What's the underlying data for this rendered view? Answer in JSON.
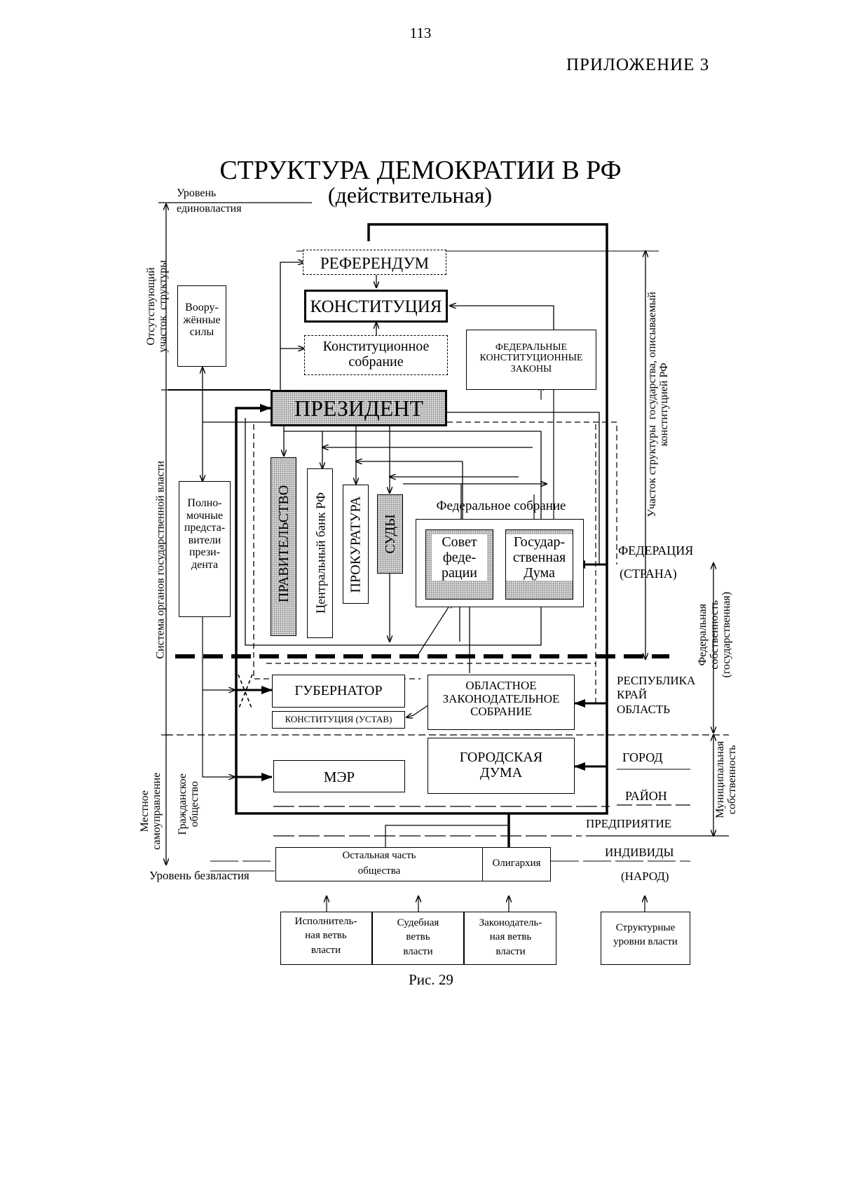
{
  "page_number": "113",
  "appendix": "ПРИЛОЖЕНИЕ  3",
  "title": "СТРУКТУРА  ДЕМОКРАТИИ  В  РФ",
  "subtitle": "(действительная)",
  "levels": {
    "top_line1": "Уровень",
    "top_line2": "единовластия",
    "bottom": "Уровень безвластия"
  },
  "left_side": {
    "absent_part": "Отсутствующий\nучасток  структуры",
    "state_organs": "Система органов государственной власти",
    "local_self_gov": "Местное\nсамоуправление",
    "civil_society": "Гражданское\nобщество"
  },
  "right_side": {
    "constitution_part": "Участок структуры  государства, описываемый\nконституцией РФ",
    "federal_property": "Федеральная\nсобственность\n(государственная)",
    "municipal_property": "Муниципальная\nсобственность"
  },
  "boxes": {
    "referendum": "РЕФЕРЕНДУМ",
    "constitution": "КОНСТИТУЦИЯ",
    "constitutional_assembly": "Конституционное\nсобрание",
    "federal_const_laws": "ФЕДЕРАЛЬНЫЕ\nКОНСТИТУЦИОННЫЕ\nЗАКОНЫ",
    "armed_forces": "Воору-\nжённые\nсилы",
    "president": "ПРЕЗИДЕНТ",
    "plenipotentiaries": "Полно-\nмочные\nпредста-\nвители\nпрези-\nдента",
    "government": "ПРАВИТЕЛЬСТВО",
    "central_bank": "Центральный банк РФ",
    "prosecutor": "ПРОКУРАТУРА",
    "courts": "СУДЫ",
    "federal_assembly": "Федеральное  собрание",
    "federation_council": "Совет\nфеде-\nрации",
    "state_duma": "Государ-\nственная\nДума",
    "governor": "ГУБЕРНАТОР",
    "regional_constitution": "КОНСТИТУЦИЯ (УСТАВ)",
    "regional_assembly": "ОБЛАСТНОЕ\nЗАКОНОДАТЕЛЬНОЕ\nСОБРАНИЕ",
    "mayor": "МЭР",
    "city_duma": "ГОРОДСКАЯ\nДУМА",
    "rest_of_society": "Остальная часть\nобщества",
    "oligarchy": "Олигархия"
  },
  "territory_labels": {
    "federation": "ФЕДЕРАЦИЯ",
    "country": "(СТРАНА)",
    "republic": "РЕСПУБЛИКА",
    "krai": "КРАЙ",
    "oblast": "ОБЛАСТЬ",
    "city": "ГОРОД",
    "district": "РАЙОН",
    "enterprise": "ПРЕДПРИЯТИЕ",
    "individuals": "ИНДИВИДЫ",
    "people": "(НАРОД)"
  },
  "legend": {
    "executive": "Исполнитель-\nная ветвь\nвласти",
    "judicial": "Судебная\nветвь\nвласти",
    "legislative": "Законодатель-\nная ветвь\nвласти",
    "structural_levels": "Структурные\nуровни власти"
  },
  "figure_caption": "Рис. 29"
}
